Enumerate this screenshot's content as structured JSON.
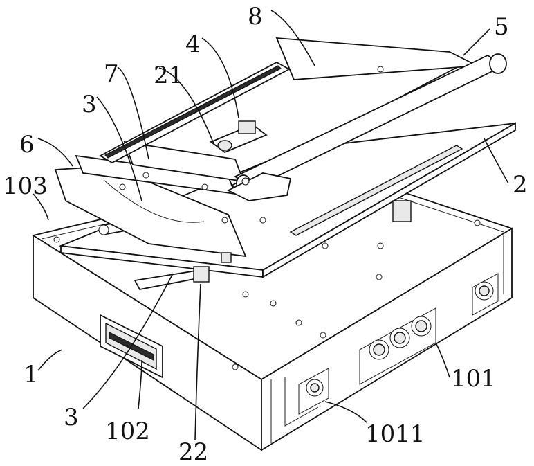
{
  "labels": {
    "l1": "1",
    "l101": "101",
    "l1011": "1011",
    "l102": "102",
    "l103": "103",
    "l2": "2",
    "l21": "21",
    "l22": "22",
    "l3a": "3",
    "l3b": "3",
    "l4": "4",
    "l5": "5",
    "l6": "6",
    "l7": "7",
    "l8": "8"
  }
}
